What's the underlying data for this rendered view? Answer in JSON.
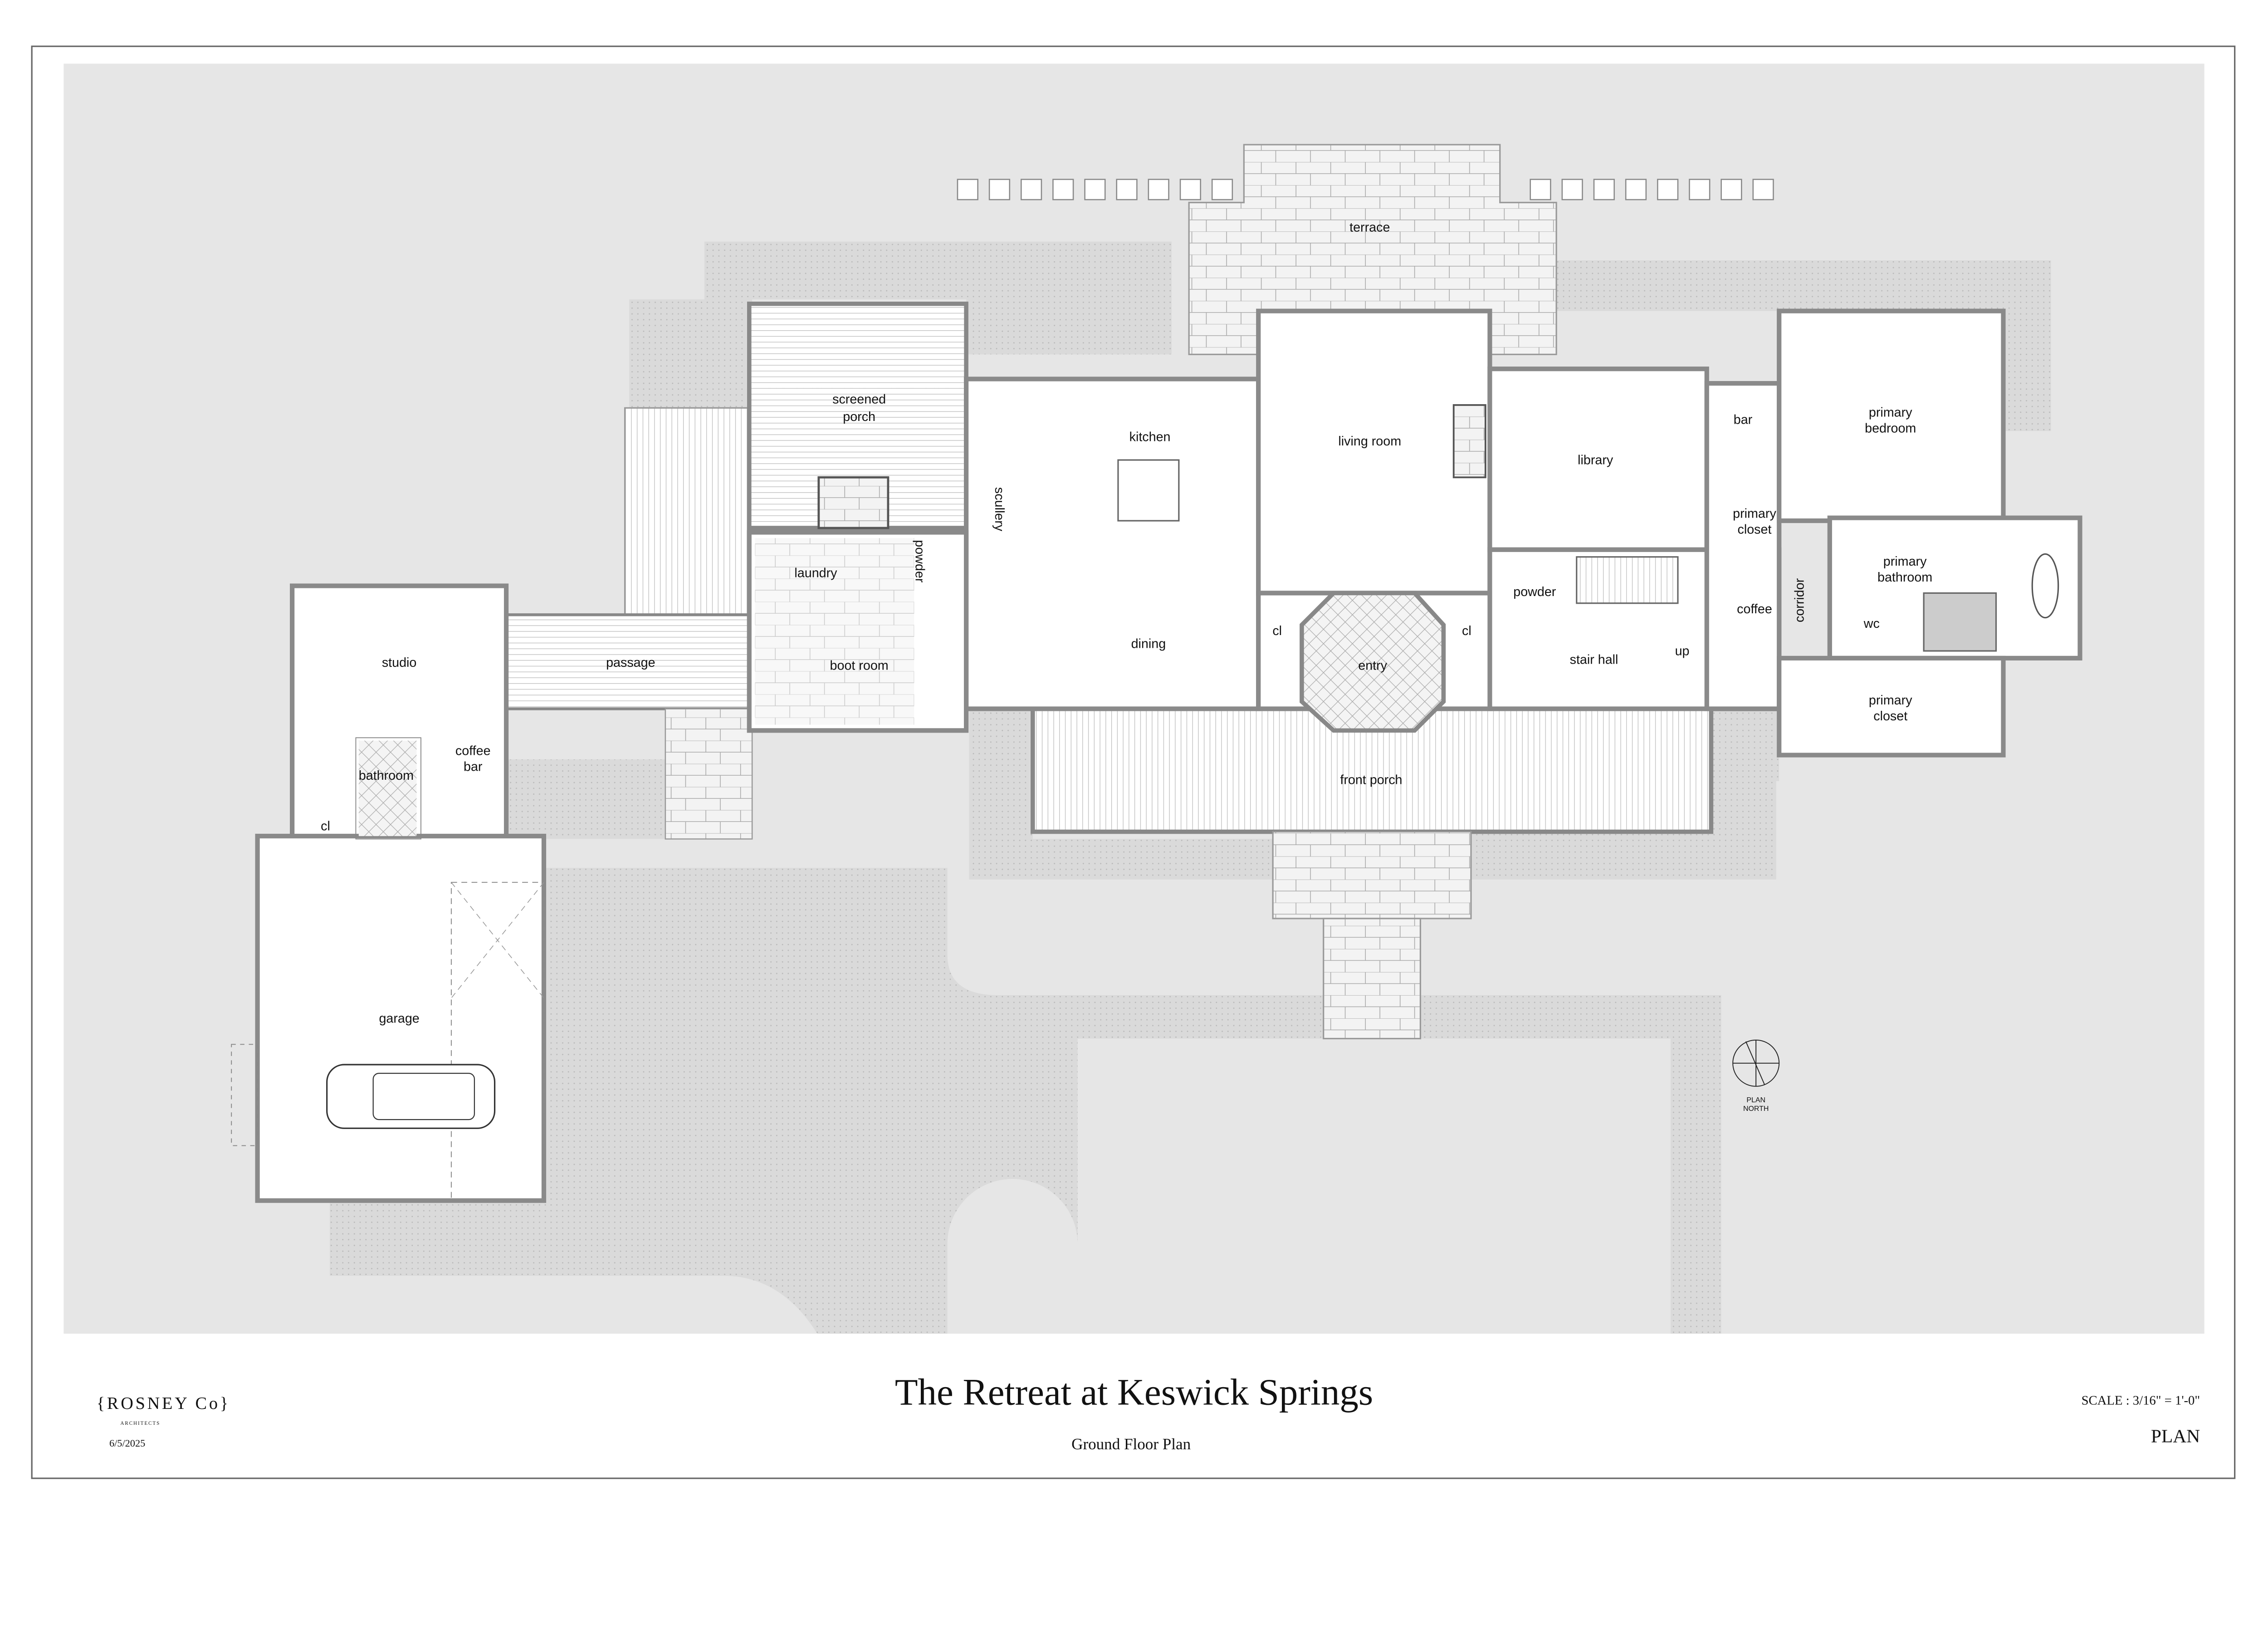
{
  "sheet": {
    "title": "The Retreat at Keswick Springs",
    "subtitle": "Ground Floor Plan",
    "firm_name": "{ROSNEY Co}",
    "firm_tagline": "ARCHITECTS",
    "date": "6/5/2025",
    "scale": "SCALE : 3/16\" = 1'-0\"",
    "sheet_type": "PLAN",
    "north_label_line1": "PLAN",
    "north_label_line2": "NORTH",
    "north_icon": "north-arrow-icon"
  },
  "colors": {
    "background": "#e6e6e6",
    "paving": "#d9d9d9",
    "wall": "#8a8a8a",
    "room": "#ffffff"
  },
  "rooms": {
    "terrace": "terrace",
    "screened_porch_1": "screened",
    "screened_porch_2": "porch",
    "kitchen": "kitchen",
    "living_room": "living room",
    "library": "library",
    "bar": "bar",
    "primary_bedroom_1": "primary",
    "primary_bedroom_2": "bedroom",
    "primary_closet_upper_1": "primary",
    "primary_closet_upper_2": "closet",
    "scullery": "scullery",
    "laundry": "laundry",
    "powder_left": "powder",
    "powder_right": "powder",
    "primary_bathroom_1": "primary",
    "primary_bathroom_2": "bathroom",
    "coffee": "coffee",
    "corridor": "corridor",
    "wc": "wc",
    "studio": "studio",
    "passage": "passage",
    "dining": "dining",
    "cl_left": "cl",
    "entry": "entry",
    "cl_right": "cl",
    "stair_hall": "stair hall",
    "up": "up",
    "boot_room": "boot room",
    "coffee_bar_1": "coffee",
    "coffee_bar_2": "bar",
    "bathroom": "bathroom",
    "cl_studio": "cl",
    "primary_closet_lower_1": "primary",
    "primary_closet_lower_2": "closet",
    "front_porch": "front porch",
    "garage": "garage"
  }
}
